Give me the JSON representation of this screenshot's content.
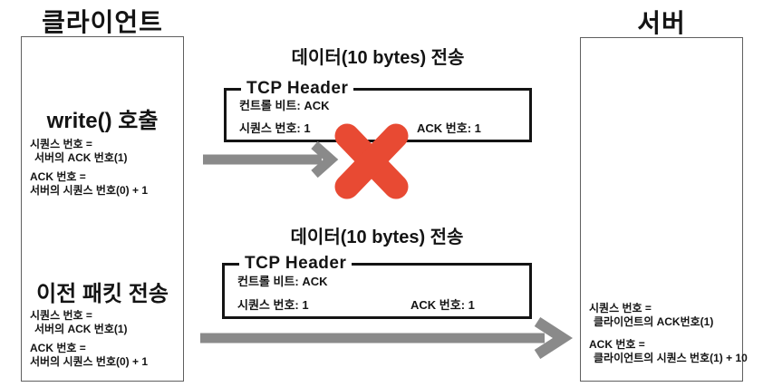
{
  "diagram": {
    "background": "#ffffff",
    "colors": {
      "text": "#141414",
      "lane_border": "#5f5f5f",
      "packet_border": "#141414",
      "arrow": "#8a8a8a",
      "loss_cross": "#e84a33"
    }
  },
  "client": {
    "title": "클라이언트",
    "top": {
      "heading": "write() 호출",
      "lines": [
        "시퀀스 번호 =",
        "서버의 ACK 번호(1)",
        "ACK 번호 =",
        "서버의 시퀀스 번호(0) + 1"
      ]
    },
    "bottom": {
      "heading": "이전 패킷 전송",
      "lines": [
        "시퀀스 번호 =",
        "서버의 ACK 번호(1)",
        "ACK 번호 =",
        "서버의 시퀀스 번호(0) + 1"
      ]
    }
  },
  "server": {
    "title": "서버",
    "lines": [
      "시퀀스 번호 =",
      "클라이언트의 ACK번호(1)",
      "ACK 번호 =",
      "클라이언트의 시퀀스 번호(1) + 10"
    ]
  },
  "packet1": {
    "caption": "데이터(10 bytes) 전송",
    "header_label": "TCP Header",
    "control_bits": "컨트롤 비트: ACK",
    "seq": "시퀀스 번호: 1",
    "ack": "ACK 번호: 1"
  },
  "packet2": {
    "caption": "데이터(10 bytes) 전송",
    "header_label": "TCP Header",
    "control_bits": "컨트롤 비트: ACK",
    "seq": "시퀀스 번호: 1",
    "ack": "ACK 번호: 1"
  },
  "icons": {
    "arrow_right": "→",
    "cross": "✕"
  }
}
